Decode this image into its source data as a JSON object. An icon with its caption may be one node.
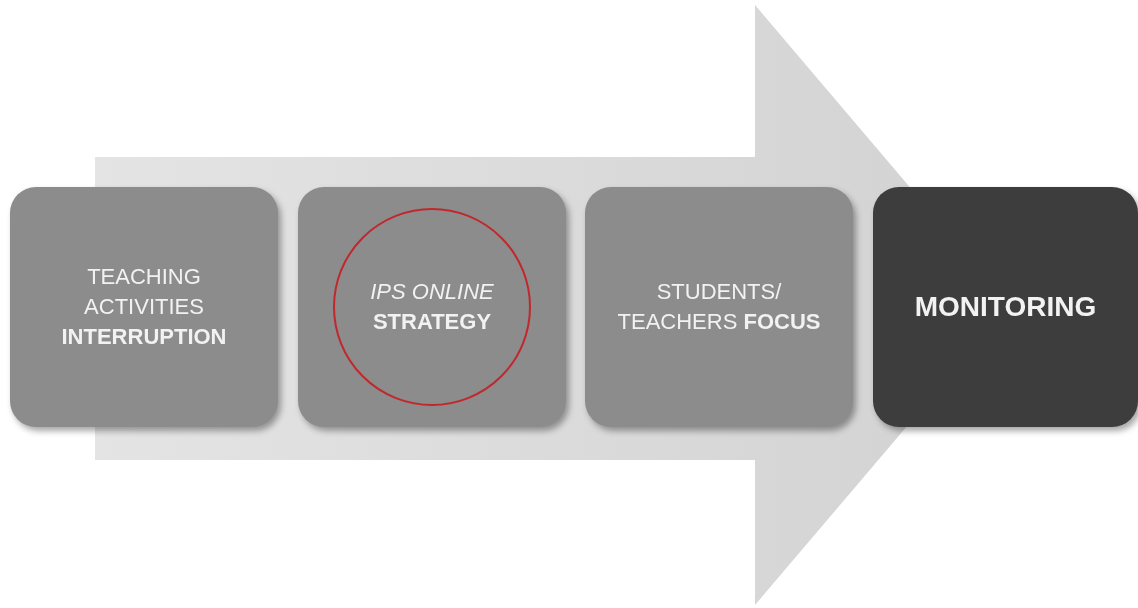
{
  "diagram": {
    "nodes": [
      {
        "text": [
          "TEACHING ACTIVITIES **INTERRUPTION**"
        ]
      },
      {
        "text": [
          "*IPS ONLINE* **STRATEGY**"
        ]
      },
      {
        "text": [
          "STUDENTS/ TEACHERS **FOCUS**"
        ]
      },
      {
        "text": [
          "MONITORING"
        ]
      }
    ],
    "edges": [
      {
        "from": 0,
        "to": 3,
        "arrow": "to"
      }
    ]
  }
}
